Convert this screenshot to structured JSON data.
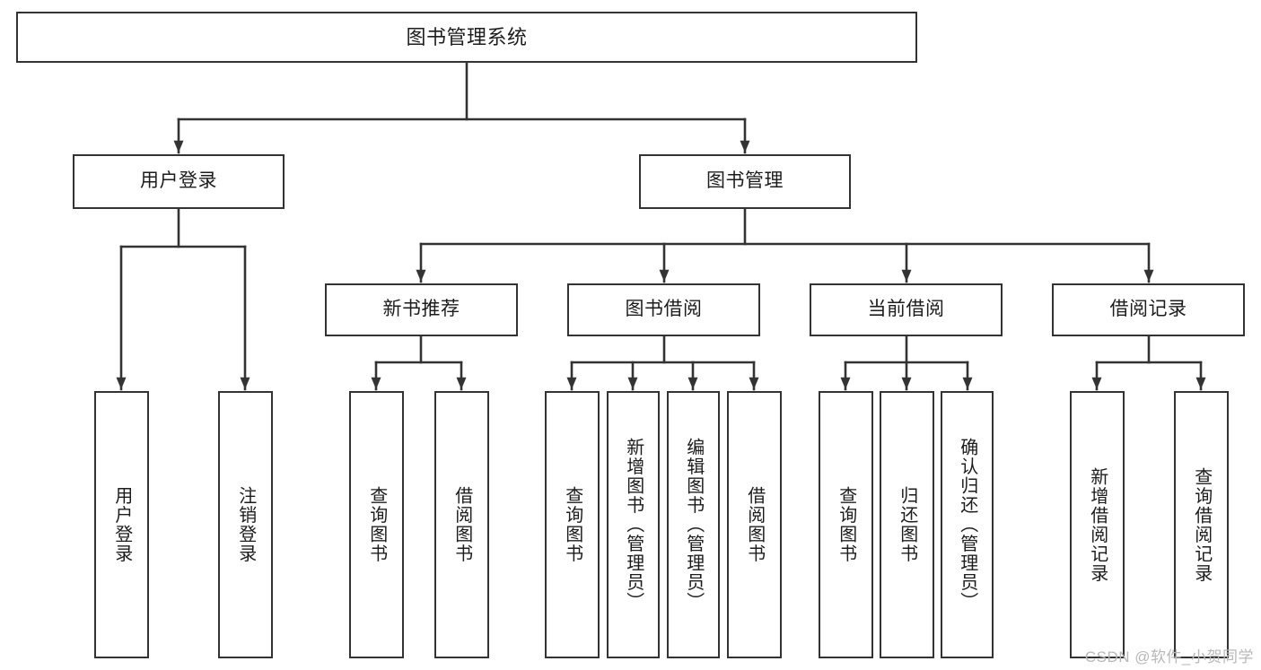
{
  "diagram": {
    "type": "tree",
    "title": "图书管理系统",
    "colors": {
      "box_border": "#333333",
      "box_fill": "#ffffff",
      "line": "#333333",
      "text": "#1c1c1c",
      "watermark": "#b8b8b8"
    },
    "levels": {
      "root": "图书管理系统",
      "level2": [
        "用户登录",
        "图书管理"
      ],
      "level3": [
        "新书推荐",
        "图书借阅",
        "当前借阅",
        "借阅记录"
      ],
      "level4_groups": [
        [
          "用户登录",
          "注销登录"
        ],
        [
          "查询图书",
          "借阅图书"
        ],
        [
          "查询图书",
          "新增图书（管理员）",
          "编辑图书（管理员）",
          "借阅图书"
        ],
        [
          "查询图书",
          "归还图书",
          "确认归还（管理员）"
        ],
        [
          "新增借阅记录",
          "查询借阅记录"
        ]
      ]
    },
    "nodes": {
      "root": {
        "label": "图书管理系统"
      },
      "user_login": {
        "label": "用户登录"
      },
      "book_manage": {
        "label": "图书管理"
      },
      "new_book_rec": {
        "label": "新书推荐"
      },
      "book_borrow": {
        "label": "图书借阅"
      },
      "current_borrow": {
        "label": "当前借阅"
      },
      "borrow_record": {
        "label": "借阅记录"
      },
      "leaf_user_login": {
        "label": "用户登录"
      },
      "leaf_logout": {
        "label": "注销登录"
      },
      "leaf_query_book_a": {
        "label": "查询图书"
      },
      "leaf_borrow_book_a": {
        "label": "借阅图书"
      },
      "leaf_query_book_b": {
        "label": "查询图书"
      },
      "leaf_add_book": {
        "label": "新增图书（管理员）"
      },
      "leaf_edit_book": {
        "label": "编辑图书（管理员）"
      },
      "leaf_borrow_book_b": {
        "label": "借阅图书"
      },
      "leaf_query_book_c": {
        "label": "查询图书"
      },
      "leaf_return_book": {
        "label": "归还图书"
      },
      "leaf_confirm_return": {
        "label": "确认归还（管理员）"
      },
      "leaf_add_record": {
        "label": "新增借阅记录"
      },
      "leaf_query_record": {
        "label": "查询借阅记录"
      }
    },
    "watermark": "CSDN @软件_小贺同学"
  }
}
